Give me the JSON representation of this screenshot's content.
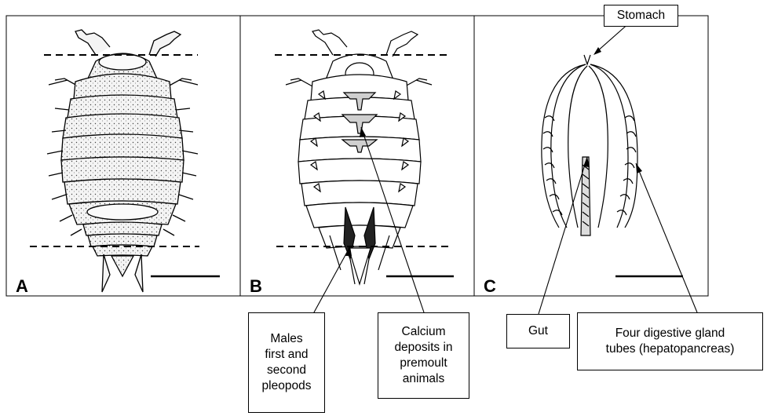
{
  "panels": [
    {
      "letter": "A",
      "subject": "woodlouse dorsal view"
    },
    {
      "letter": "B",
      "subject": "woodlouse ventral view"
    },
    {
      "letter": "C",
      "subject": "digestive system"
    }
  ],
  "labels": {
    "stomach": "Stomach",
    "males_pleopods": "Males\nfirst and\nsecond\npleopods",
    "calcium": "Calcium\ndeposits in\npremoult\nanimals",
    "gut": "Gut",
    "glands": "Four digestive gland\ntubes (hepatopancreas)"
  },
  "colors": {
    "line": "#000000",
    "stipple": "#cfcfcf",
    "background": "#ffffff"
  }
}
